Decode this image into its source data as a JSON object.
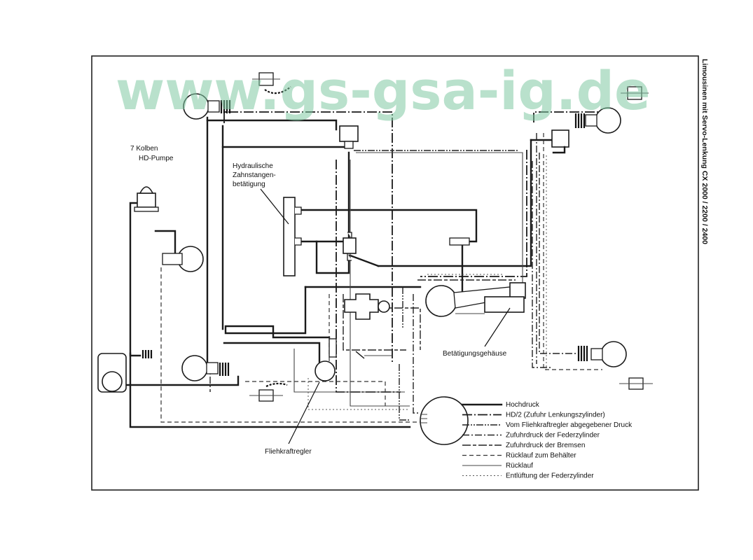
{
  "watermark": "www.gs-gsa-ig.de",
  "side_title": "Limousinen mit Servo-Lenkung CX 2000 / 2200 / 2400",
  "labels": {
    "pump": [
      "7 Kolben",
      "HD-Pumpe"
    ],
    "rack": [
      "Hydraulische",
      "Zahnstangen-",
      "betätigung"
    ],
    "housing": "Betätigungsgehäuse",
    "governor": "Fliehkraftregler"
  },
  "legend": [
    {
      "style": "hp",
      "label": "Hochdruck"
    },
    {
      "style": "hd2",
      "label": "HD/2 (Zufuhr Lenkungszylinder)"
    },
    {
      "style": "flieh",
      "label": "Vom Fliehkraftregler abgegebener Druck"
    },
    {
      "style": "feder",
      "label": "Zufuhrdruck der Federzylinder"
    },
    {
      "style": "brems",
      "label": "Zufuhrdruck der Bremsen"
    },
    {
      "style": "rbeh",
      "label": "Rücklauf zum Behälter"
    },
    {
      "style": "rueck",
      "label": "Rücklauf"
    },
    {
      "style": "entl",
      "label": "Entlüftung der Federzylinder"
    }
  ]
}
